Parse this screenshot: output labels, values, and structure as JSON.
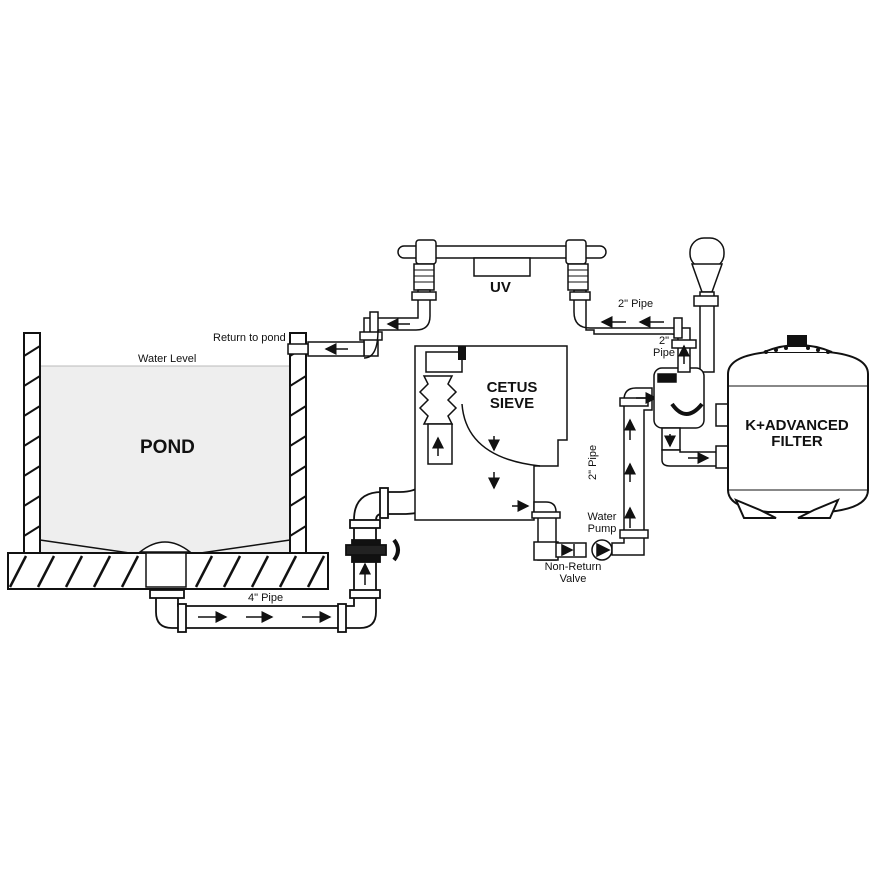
{
  "labels": {
    "pond": "POND",
    "water_level": "Water Level",
    "return_to_pond": "Return to pond",
    "uv": "UV",
    "cetus_sieve_line1": "CETUS",
    "cetus_sieve_line2": "SIEVE",
    "filter_line1": "K+ADVANCED",
    "filter_line2": "FILTER",
    "pipe_4in": "4\" Pipe",
    "pipe_2in_top": "2\" Pipe",
    "pipe_2in_side_line1": "2\"",
    "pipe_2in_side_line2": "Pipe",
    "pipe_2in_vertical": "2\" Pipe",
    "water_pump_line1": "Water",
    "water_pump_line2": "Pump",
    "non_return_line1": "Non-Return",
    "non_return_line2": "Valve"
  },
  "colors": {
    "line": "#111111",
    "pipe_fill": "#ffffff",
    "pond_water": "#eeeeee",
    "ground_fill": "#ffffff"
  }
}
